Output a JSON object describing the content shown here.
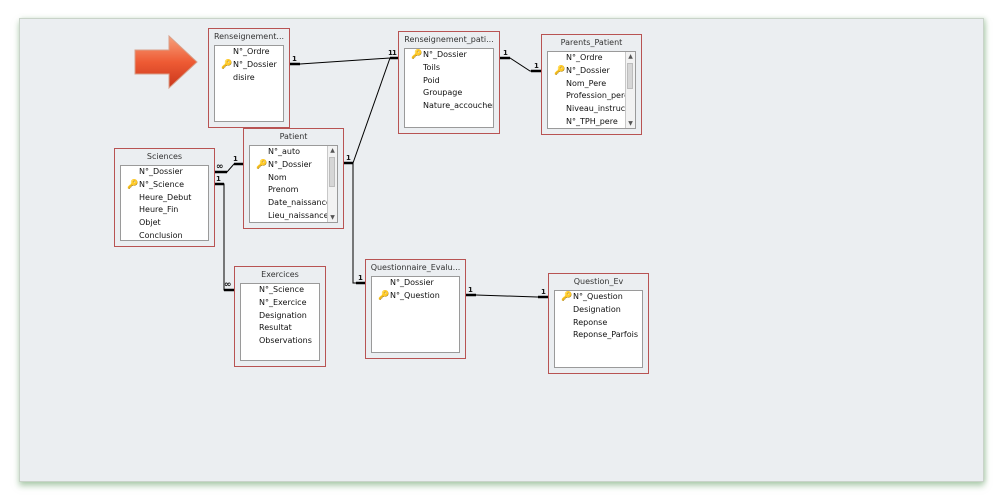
{
  "tables": {
    "renseignement_short": {
      "title": "Renseignement...",
      "fields": [
        "N°_Ordre",
        "N°_Dossier",
        "disire"
      ]
    },
    "renseignement_pati": {
      "title": "Renseignement_pati...",
      "fields": [
        "N°_Dossier",
        "Toils",
        "Poid",
        "Groupage",
        "Nature_accouchem"
      ]
    },
    "parents_patient": {
      "title": "Parents_Patient",
      "fields": [
        "N°_Ordre",
        "N°_Dossier",
        "Nom_Pere",
        "Profession_pere",
        "Niveau_instruct",
        "N°_TPH_pere"
      ]
    },
    "patient": {
      "title": "Patient",
      "fields": [
        "N°_auto",
        "N°_Dossier",
        "Nom",
        "Prenom",
        "Date_naissance",
        "Lieu_naissance"
      ]
    },
    "sciences": {
      "title": "Sciences",
      "fields": [
        "N°_Dossier",
        "N°_Science",
        "Heure_Debut",
        "Heure_Fin",
        "Objet",
        "Conclusion"
      ]
    },
    "exercices": {
      "title": "Exercices",
      "fields": [
        "N°_Science",
        "N°_Exercice",
        "Designation",
        "Resultat",
        "Observations"
      ]
    },
    "questionnaire": {
      "title": "Questionnaire_Evalu...",
      "fields": [
        "N°_Dossier",
        "N°_Question"
      ]
    },
    "question_ev": {
      "title": "Question_Ev",
      "fields": [
        "N°_Question",
        "Designation",
        "Reponse",
        "Reponse_Parfois"
      ]
    }
  },
  "relationship_labels": {
    "one": "1",
    "many": "∞"
  },
  "icons": {
    "key": "key-icon",
    "arrow": "arrow-icon",
    "scroll_up": "scroll-up-icon",
    "scroll_down": "scroll-down-icon"
  },
  "colors": {
    "table_border": "#b85353",
    "key_icon": "#c7a21b",
    "arrow": "#e0482a"
  }
}
